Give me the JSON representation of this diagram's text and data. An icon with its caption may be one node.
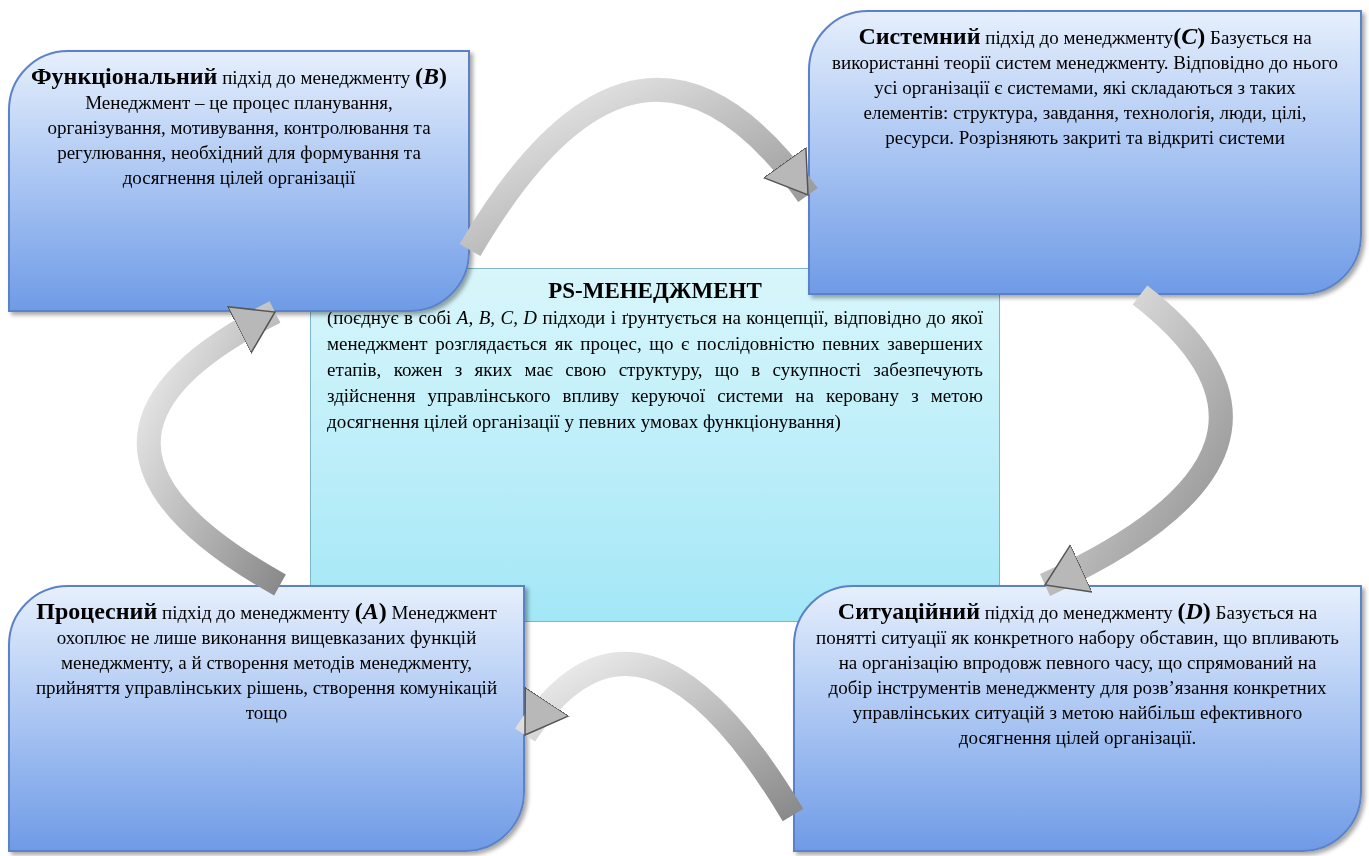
{
  "diagram": {
    "nodes": [
      {
        "text": [
          "**Функціональний** підхід до менеджменту **(*B*)** Менеджмент – це процес планування, організування, мотивування, контролювання та регулювання, необхідний для формування та досягнення цілей організації"
        ]
      },
      {
        "text": [
          "**Системний** підхід до менеджменту**(*C*)** Базується на використанні теорії систем менеджменту. Відповідно до нього усі організації є системами, які складаються з таких елементів: структура, завдання, технологія, люди, цілі, ресурси. Розрізняють закриті та відкриті системи"
        ]
      },
      {
        "text": [
          "PS-МЕНЕДЖМЕНТ",
          "(поєднує в собі *A, B, C, D* підходи і ґрунтується на концепції, відповідно до якої менеджмент розглядається як процес, що є послідовністю певних завершених етапів, кожен з яких має свою структуру, що в сукупності забезпечують здійснення управлінського впливу керуючої системи на керовану з метою досягнення цілей організації у певних умовах функціонування)"
        ]
      },
      {
        "text": [
          "**Процесний** підхід до менеджменту **(*A*)** Менеджмент охоплює не лише виконання вищевказаних функцій менеджменту, а й створення методів менеджменту, прийняття управлінських рішень, створення комунікацій тощо"
        ]
      },
      {
        "text": [
          "**Ситуаційний** підхід до менеджменту **(*D*)** Базується на понятті ситуації як конкретного набору обставин, що впливають на організацію впродовж певного часу, що спрямований на добір інструментів менеджменту для розв’язання конкретних управлінських ситуацій з метою найбільш ефективного досягнення цілей організації."
        ]
      }
    ],
    "edges": [
      {
        "from": 0,
        "to": 1,
        "arrow": "to",
        "style": "thick"
      },
      {
        "from": 1,
        "to": 4,
        "arrow": "to",
        "style": "thick"
      },
      {
        "from": 4,
        "to": 3,
        "arrow": "to",
        "style": "thick"
      },
      {
        "from": 3,
        "to": 0,
        "arrow": "to",
        "style": "thick"
      }
    ]
  }
}
